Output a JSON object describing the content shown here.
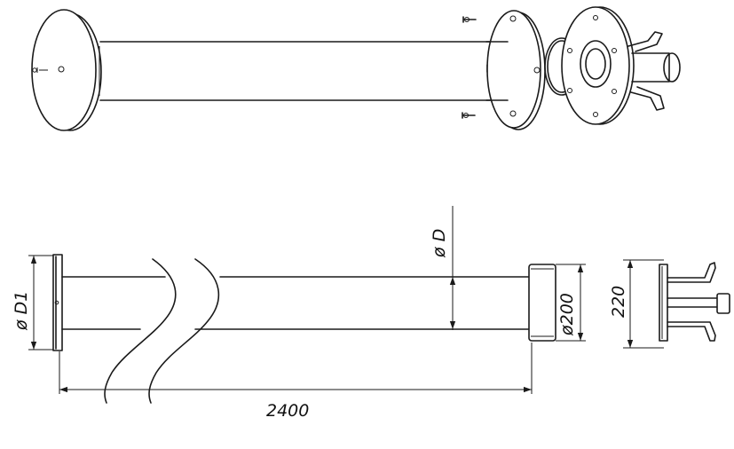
{
  "drawing": {
    "line_color": "#1a1a1a",
    "background": "#ffffff"
  },
  "dimensions": {
    "diameter_d": "ø D",
    "diameter_d1": "ø D1",
    "diameter_200": "ø200",
    "length": "2400",
    "height": "220"
  },
  "views": [
    "isometric-exploded-view",
    "side-elevation-view",
    "end-fitting-view"
  ]
}
